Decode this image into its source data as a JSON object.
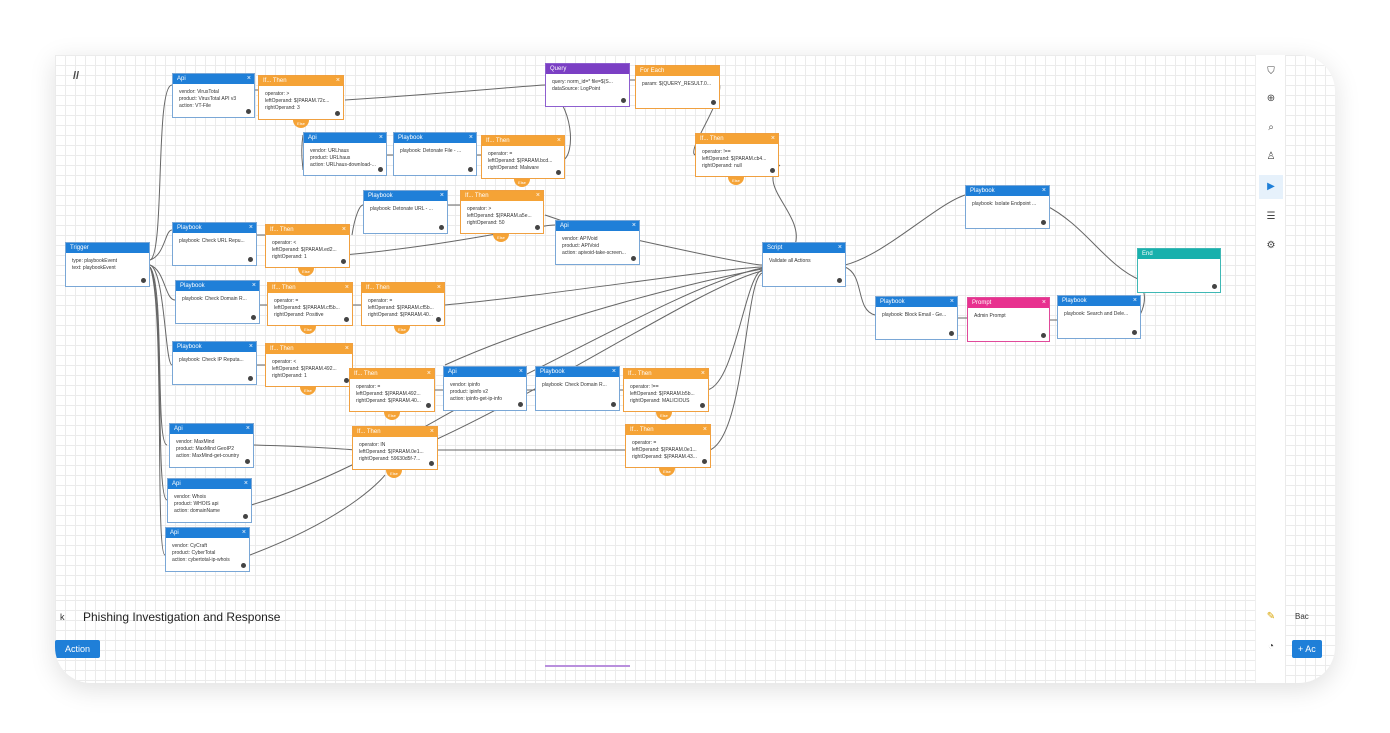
{
  "workflow_title": "Phishing Investigation and Response",
  "back_left": "k",
  "back_right": "Bac",
  "action_button": "Action",
  "add_button": "+ Ac",
  "else_label": "Else",
  "close_glyph": "×",
  "nodes": {
    "trigger": {
      "header": "Trigger",
      "lines": [
        "type: playbookEvent",
        "text: playbookEvent"
      ]
    },
    "api_vt": {
      "header": "Api",
      "lines": [
        "vendor: VirusTotal",
        "product: VirusTotal API v3",
        "action: VT-File"
      ]
    },
    "if1": {
      "header": "If... Then",
      "lines": [
        "operator: >",
        "leftOperand: $(PARAM.72c...",
        "rightOperand: 3"
      ]
    },
    "query": {
      "header": "Query",
      "lines": [
        "query: norm_id=* file=$(S...",
        "dataSource: LogPoint"
      ]
    },
    "foreach": {
      "header": "For Each",
      "lines": [
        "param: $(QUERY_RESULT.0..."
      ]
    },
    "api_urlhaus": {
      "header": "Api",
      "lines": [
        "vendor: URLhaus",
        "product: URLhaus",
        "action: URLhaus-download-..."
      ]
    },
    "pb_detonate_file": {
      "header": "Playbook",
      "lines": [
        "playbook: Detonate File - ..."
      ]
    },
    "if2": {
      "header": "If... Then",
      "lines": [
        "operator: =",
        "leftOperand: $(PARAM.bcd...",
        "rightOperand: Malware"
      ]
    },
    "if3": {
      "header": "If... Then",
      "lines": [
        "operator: !==",
        "leftOperand: $(PARAM.cb4...",
        "rightOperand: null"
      ]
    },
    "pb_detonate_url": {
      "header": "Playbook",
      "lines": [
        "playbook: Detonate URL - ..."
      ]
    },
    "if4": {
      "header": "If... Then",
      "lines": [
        "operator: >",
        "leftOperand: $(PARAM.a5e...",
        "rightOperand: 50"
      ]
    },
    "pb_check_url": {
      "header": "Playbook",
      "lines": [
        "playbook: Check URL Repu..."
      ]
    },
    "if5": {
      "header": "If... Then",
      "lines": [
        "operator: <",
        "leftOperand: $(PARAM.ed2...",
        "rightOperand: 1"
      ]
    },
    "api_apivoid": {
      "header": "Api",
      "lines": [
        "vendor: APIVoid",
        "product: APIVoid",
        "action: apivoid-take-screen..."
      ]
    },
    "pb_isolate": {
      "header": "Playbook",
      "lines": [
        "playbook: Isolate Endpoint ..."
      ]
    },
    "script": {
      "header": "Script",
      "lines": [
        "Validate all Actions"
      ]
    },
    "end": {
      "header": "End",
      "lines": []
    },
    "pb_check_domain1": {
      "header": "Playbook",
      "lines": [
        "playbook: Check Domain R..."
      ]
    },
    "if6": {
      "header": "If... Then",
      "lines": [
        "operator: =",
        "leftOperand: $(PARAM.cf5b...",
        "rightOperand: Positive"
      ]
    },
    "if7": {
      "header": "If... Then",
      "lines": [
        "operator: =",
        "leftOperand: $(PARAM.cf5b...",
        "rightOperand: $(PARAM.40..."
      ]
    },
    "pb_block_email": {
      "header": "Playbook",
      "lines": [
        "playbook: Block Email - Ge..."
      ]
    },
    "prompt": {
      "header": "Prompt",
      "lines": [
        "Admin Prompt"
      ]
    },
    "pb_search_delete": {
      "header": "Playbook",
      "lines": [
        "playbook: Search and Dele..."
      ]
    },
    "pb_check_ip": {
      "header": "Playbook",
      "lines": [
        "playbook: Check IP Reputa..."
      ]
    },
    "if8": {
      "header": "If... Then",
      "lines": [
        "operator: <",
        "leftOperand: $(PARAM.492...",
        "rightOperand: 1"
      ]
    },
    "if9": {
      "header": "If... Then",
      "lines": [
        "operator: =",
        "leftOperand: $(PARAM.492...",
        "rightOperand: $(PARAM.40..."
      ]
    },
    "api_ipinfo": {
      "header": "Api",
      "lines": [
        "vendor: ipinfo",
        "product: ipinfo v2",
        "action: ipinfo-get-ip-info"
      ]
    },
    "pb_check_domain2": {
      "header": "Playbook",
      "lines": [
        "playbook: Check Domain R..."
      ]
    },
    "if10": {
      "header": "If... Then",
      "lines": [
        "operator: !==",
        "leftOperand: $(PARAM.b5b...",
        "rightOperand: MALICIOUS"
      ]
    },
    "api_maxmind": {
      "header": "Api",
      "lines": [
        "vendor: MaxMind",
        "product: MaxMind GeoIP2",
        "action: MaxMind-get-country"
      ]
    },
    "if11": {
      "header": "If... Then",
      "lines": [
        "operator: IN",
        "leftOperand: $(PARAM.0e1...",
        "rightOperand: 59630d5f-7..."
      ]
    },
    "if12": {
      "header": "If... Then",
      "lines": [
        "operator: =",
        "leftOperand: $(PARAM.0e1...",
        "rightOperand: $(PARAM.43..."
      ]
    },
    "api_whois": {
      "header": "Api",
      "lines": [
        "vendor: Whois",
        "product: WHOIS api",
        "action: domainName"
      ]
    },
    "api_cycraft": {
      "header": "Api",
      "lines": [
        "vendor: CyCraft",
        "product: CyberTotal",
        "action: cybertotal-ip-whois"
      ]
    }
  },
  "rail_icons": [
    "check-shield-icon",
    "zoom-icon",
    "search-icon",
    "user-icon",
    "play-icon",
    "notes-icon",
    "settings-icon",
    "pen-icon",
    "gauge-icon"
  ]
}
